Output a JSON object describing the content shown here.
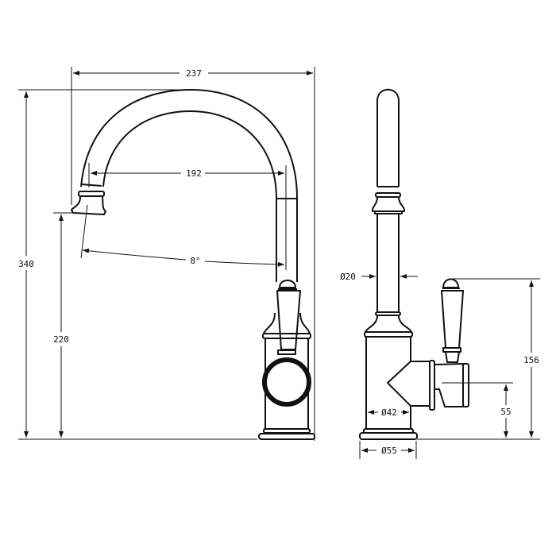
{
  "drawing": {
    "side_view": {
      "overall_width": "237",
      "spout_reach": "192",
      "overall_height": "340",
      "spout_outlet_height": "220",
      "spout_angle": "8°"
    },
    "front_view": {
      "spout_diameter": "Ø20",
      "body_diameter": "Ø42",
      "base_diameter": "Ø55",
      "lever_height": "156",
      "handle_axis_height": "55"
    },
    "line_color": "#111111"
  }
}
